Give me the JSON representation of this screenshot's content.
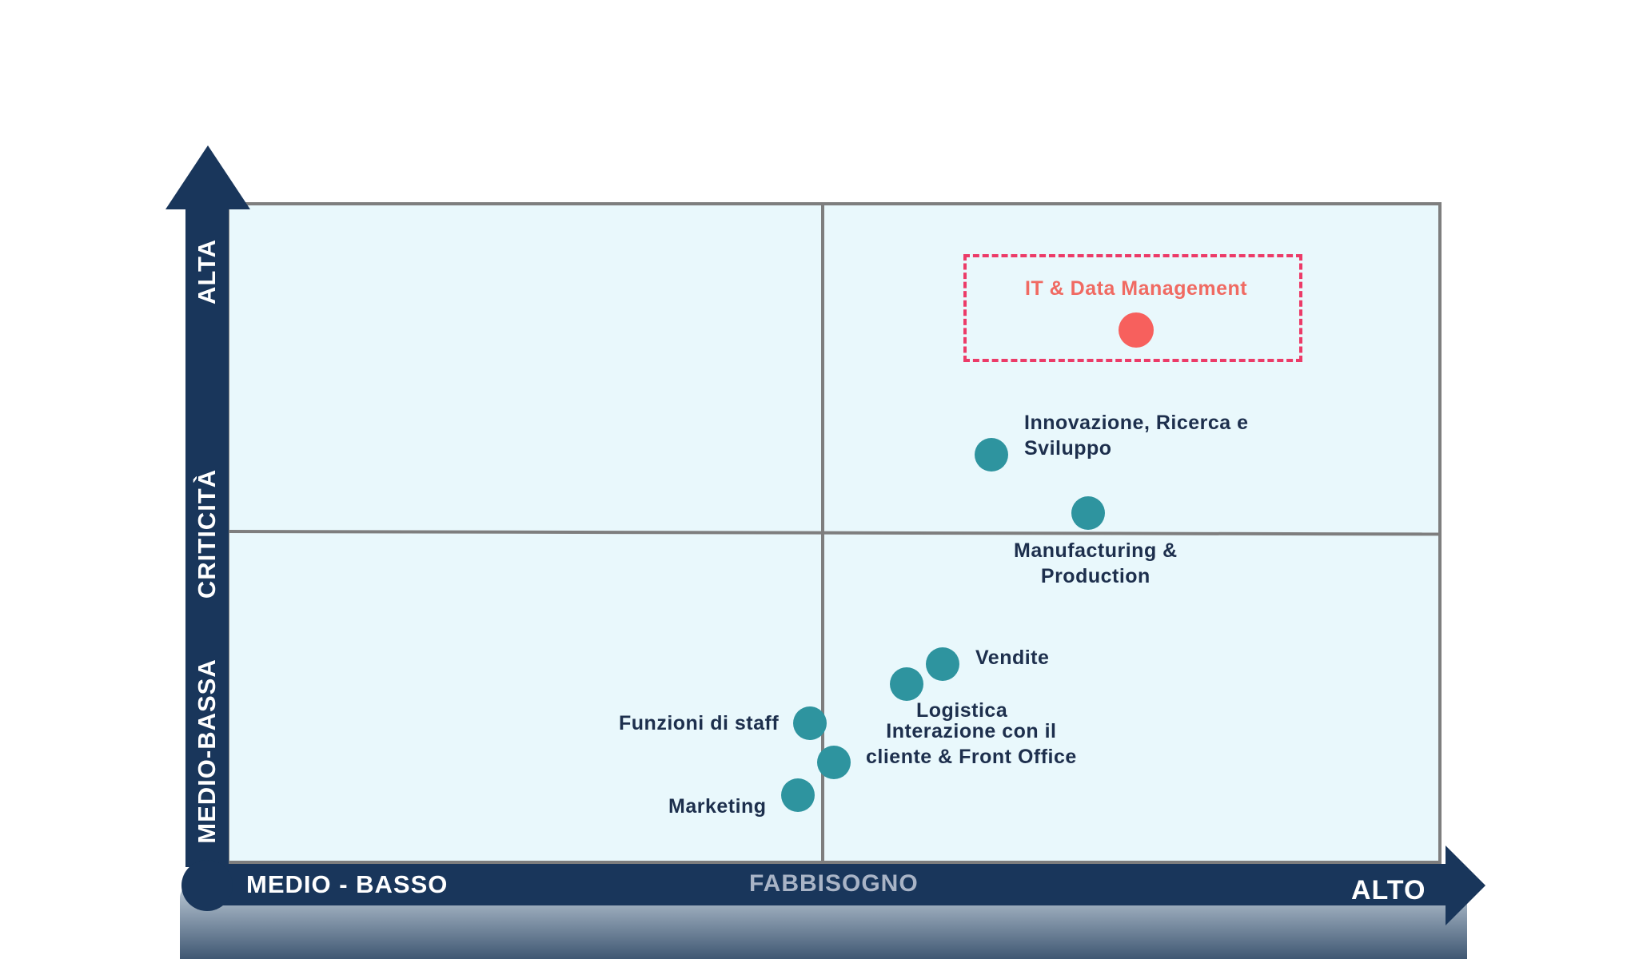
{
  "chart_data": {
    "type": "scatter",
    "title": "",
    "x_axis": {
      "label": "FABBISOGNO",
      "low_label": "MEDIO - BASSO",
      "high_label": "ALTO"
    },
    "y_axis": {
      "label": "CRITICITÀ",
      "low_label": "MEDIO-BASSA",
      "high_label": "ALTA"
    },
    "xlim": [
      0,
      10
    ],
    "ylim": [
      0,
      10
    ],
    "quadrant_split": {
      "x": 5,
      "y": 5
    },
    "grid": false,
    "points": [
      {
        "label": "IT & Data Management",
        "x": 7.5,
        "y": 8.1,
        "highlighted": true,
        "label_position": "above"
      },
      {
        "label": "Innovazione, Ricerca e\nSviluppo",
        "x": 6.3,
        "y": 6.2,
        "highlighted": false,
        "label_position": "right"
      },
      {
        "label": "Manufacturing &\nProduction",
        "x": 7.1,
        "y": 5.3,
        "highlighted": false,
        "label_position": "below"
      },
      {
        "label": "Vendite",
        "x": 5.9,
        "y": 3.0,
        "highlighted": false,
        "label_position": "right"
      },
      {
        "label": "Logistica",
        "x": 5.6,
        "y": 2.7,
        "highlighted": false,
        "label_position": "below-right"
      },
      {
        "label": "Funzioni di staff",
        "x": 4.8,
        "y": 2.1,
        "highlighted": false,
        "label_position": "left"
      },
      {
        "label": "Interazione con il\ncliente & Front Office",
        "x": 5.0,
        "y": 1.5,
        "highlighted": false,
        "label_position": "above-right"
      },
      {
        "label": "Marketing",
        "x": 4.7,
        "y": 1.0,
        "highlighted": false,
        "label_position": "left"
      }
    ]
  },
  "colors": {
    "axis": "#19365b",
    "plot_background": "#e9f8fc",
    "divider": "#7e7e7e",
    "point": "#2e949f",
    "highlight_point": "#f7605d",
    "highlight_label": "#f06a62",
    "highlight_box": "#ec3b68",
    "point_label": "#1d2f4d"
  }
}
